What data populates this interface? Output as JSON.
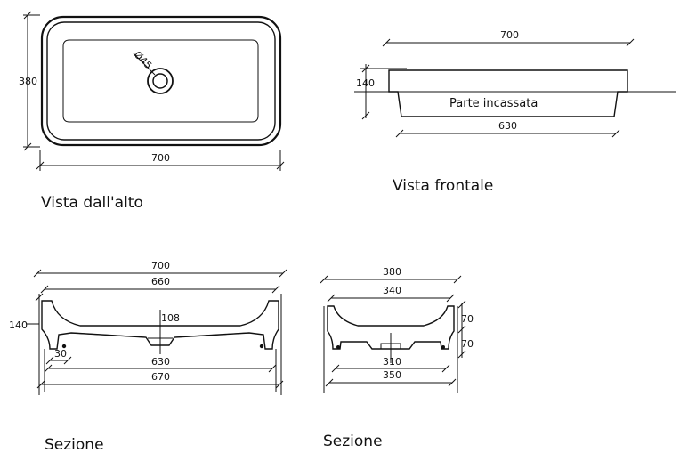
{
  "top_view": {
    "caption": "Vista dall'alto",
    "width": "700",
    "height": "380",
    "drain": "Ø45"
  },
  "front_view": {
    "caption": "Vista frontale",
    "width_top": "700",
    "width_bottom": "630",
    "height": "140",
    "recessed_label": "Parte incassata"
  },
  "long_section": {
    "caption": "Sezione",
    "w700": "700",
    "w660": "660",
    "w630": "630",
    "w670": "670",
    "h140": "140",
    "d108": "108",
    "d30": "30"
  },
  "short_section": {
    "caption": "Sezione",
    "w380": "380",
    "w340": "340",
    "w310": "310",
    "w350": "350",
    "h70a": "70",
    "h70b": "70"
  }
}
